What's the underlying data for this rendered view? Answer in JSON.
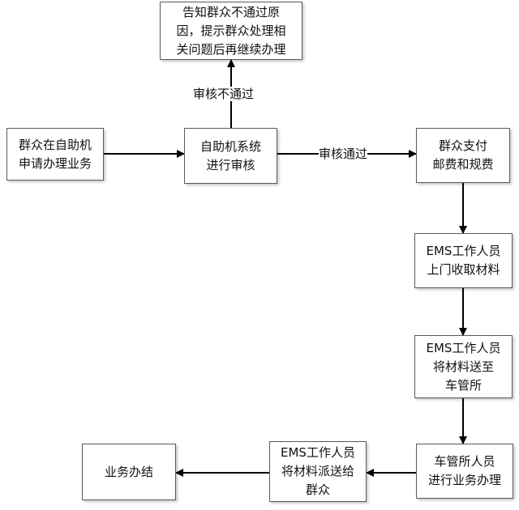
{
  "nodes": {
    "apply": {
      "text": "群众在自助机\n申请办理业务"
    },
    "review": {
      "text": "自助机系统\n进行审核"
    },
    "reject_notice": {
      "text": "告知群众不通过原\n因，提示群众处理相\n关问题后再继续办理"
    },
    "pay": {
      "text": "群众支付\n邮费和规费"
    },
    "ems_pickup": {
      "text": "EMS工作人员\n上门收取材料"
    },
    "ems_deliver": {
      "text": "EMS工作人员\n将材料送至\n车管所"
    },
    "dmv_process": {
      "text": "车管所人员\n进行业务办理"
    },
    "ems_return": {
      "text": "EMS工作人员\n将材料派送给\n群众"
    },
    "done": {
      "text": "业务办结"
    }
  },
  "edges": {
    "fail": {
      "label": "审核不通过"
    },
    "pass": {
      "label": "审核通过"
    }
  },
  "colors": {
    "line": "#000000",
    "border": "#5a5a5a"
  }
}
